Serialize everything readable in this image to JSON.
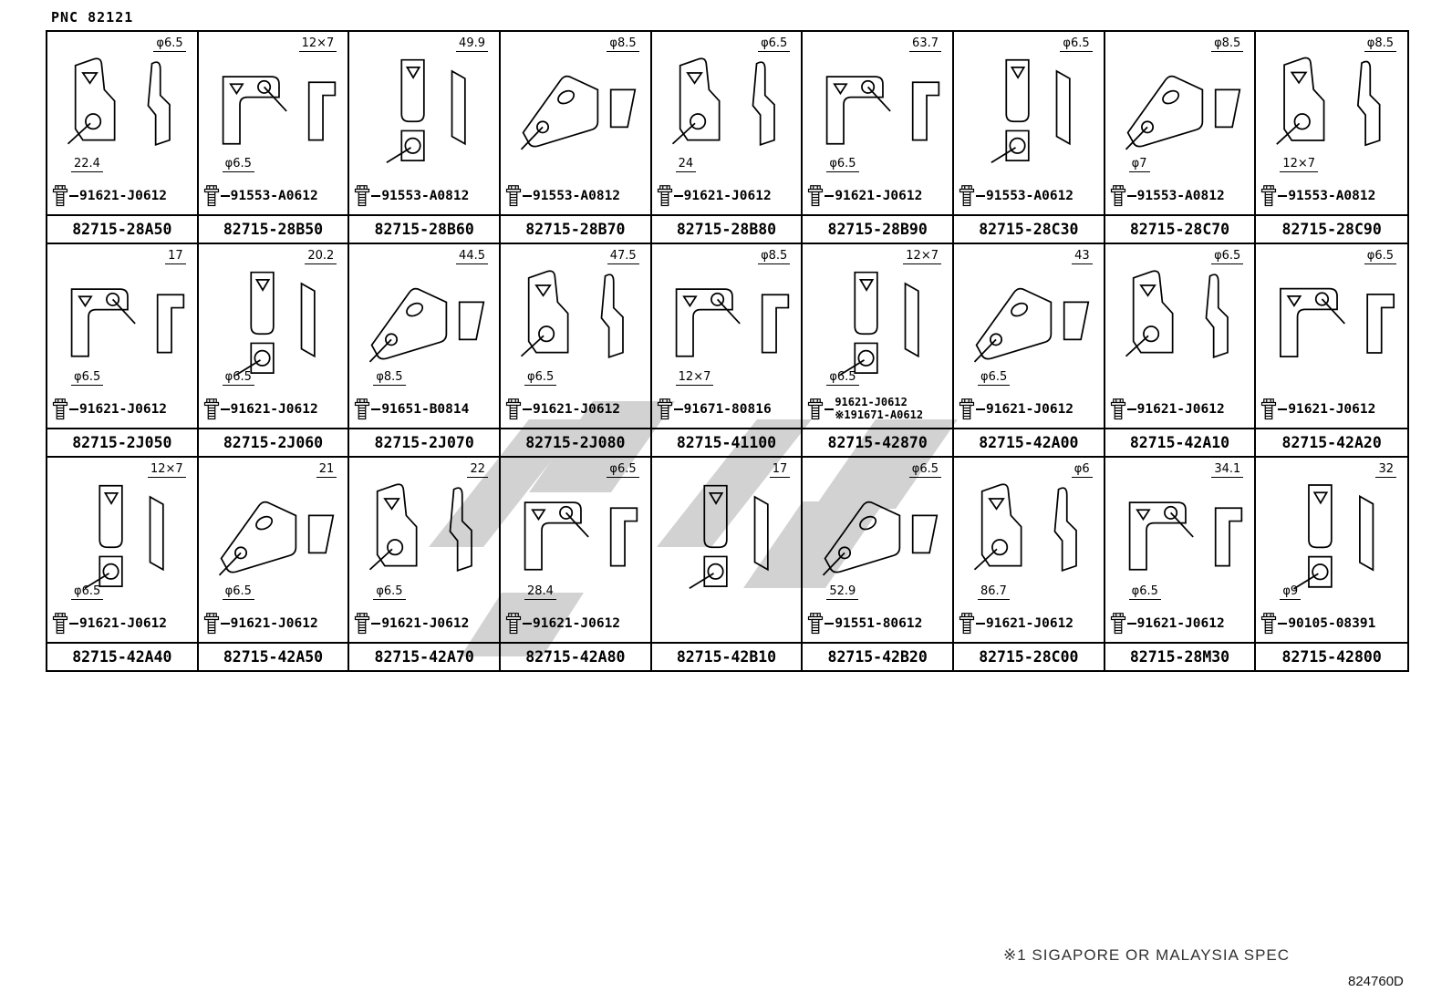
{
  "page": {
    "pnc_label": "PNC 82121",
    "footnote": "※1 SIGAPORE OR MALAYSIA SPEC",
    "doc_number": "824760D"
  },
  "icons": {
    "bolt": "flange-bolt-icon"
  },
  "colors": {
    "line": "#000000",
    "watermark": "#d2d2d2",
    "background": "#ffffff"
  },
  "grid": {
    "rows": 3,
    "cols": 9,
    "cells": [
      {
        "part_number": "82715-28A50",
        "bolts": [
          "91621-J0612"
        ],
        "dims": [
          "φ6.5",
          "22.4"
        ]
      },
      {
        "part_number": "82715-28B50",
        "bolts": [
          "91553-A0612"
        ],
        "dims": [
          "12×7",
          "φ6.5"
        ]
      },
      {
        "part_number": "82715-28B60",
        "bolts": [
          "91553-A0812"
        ],
        "dims": [
          "49.9"
        ]
      },
      {
        "part_number": "82715-28B70",
        "bolts": [
          "91553-A0812"
        ],
        "dims": [
          "φ8.5"
        ]
      },
      {
        "part_number": "82715-28B80",
        "bolts": [
          "91621-J0612"
        ],
        "dims": [
          "φ6.5",
          "24"
        ]
      },
      {
        "part_number": "82715-28B90",
        "bolts": [
          "91621-J0612"
        ],
        "dims": [
          "63.7",
          "φ6.5"
        ]
      },
      {
        "part_number": "82715-28C30",
        "bolts": [
          "91553-A0612"
        ],
        "dims": [
          "φ6.5"
        ]
      },
      {
        "part_number": "82715-28C70",
        "bolts": [
          "91553-A0812"
        ],
        "dims": [
          "φ8.5",
          "φ7"
        ]
      },
      {
        "part_number": "82715-28C90",
        "bolts": [
          "91553-A0812"
        ],
        "dims": [
          "φ8.5",
          "12×7"
        ]
      },
      {
        "part_number": "82715-2J050",
        "bolts": [
          "91621-J0612"
        ],
        "dims": [
          "17",
          "φ6.5"
        ]
      },
      {
        "part_number": "82715-2J060",
        "bolts": [
          "91621-J0612"
        ],
        "dims": [
          "20.2",
          "φ6.5"
        ]
      },
      {
        "part_number": "82715-2J070",
        "bolts": [
          "91651-B0814"
        ],
        "dims": [
          "44.5",
          "φ8.5"
        ]
      },
      {
        "part_number": "82715-2J080",
        "bolts": [
          "91621-J0612"
        ],
        "dims": [
          "47.5",
          "φ6.5"
        ]
      },
      {
        "part_number": "82715-41100",
        "bolts": [
          "91671-80816"
        ],
        "dims": [
          "φ8.5",
          "12×7"
        ]
      },
      {
        "part_number": "82715-42870",
        "bolts": [
          "91621-J0612",
          "※191671-A0612"
        ],
        "dims": [
          "12×7",
          "φ6.5"
        ]
      },
      {
        "part_number": "82715-42A00",
        "bolts": [
          "91621-J0612"
        ],
        "dims": [
          "43",
          "φ6.5"
        ]
      },
      {
        "part_number": "82715-42A10",
        "bolts": [
          "91621-J0612"
        ],
        "dims": [
          "φ6.5"
        ]
      },
      {
        "part_number": "82715-42A20",
        "bolts": [
          "91621-J0612"
        ],
        "dims": [
          "φ6.5"
        ]
      },
      {
        "part_number": "82715-42A40",
        "bolts": [
          "91621-J0612"
        ],
        "dims": [
          "12×7",
          "φ6.5"
        ]
      },
      {
        "part_number": "82715-42A50",
        "bolts": [
          "91621-J0612"
        ],
        "dims": [
          "21",
          "φ6.5"
        ]
      },
      {
        "part_number": "82715-42A70",
        "bolts": [
          "91621-J0612"
        ],
        "dims": [
          "22",
          "φ6.5"
        ]
      },
      {
        "part_number": "82715-42A80",
        "bolts": [
          "91621-J0612"
        ],
        "dims": [
          "φ6.5",
          "28.4"
        ]
      },
      {
        "part_number": "82715-42B10",
        "bolts": [],
        "dims": [
          "17"
        ]
      },
      {
        "part_number": "82715-42B20",
        "bolts": [
          "91551-80612"
        ],
        "dims": [
          "φ6.5",
          "52.9"
        ]
      },
      {
        "part_number": "82715-28C00",
        "bolts": [
          "91621-J0612"
        ],
        "dims": [
          "φ6",
          "86.7"
        ]
      },
      {
        "part_number": "82715-28M30",
        "bolts": [
          "91621-J0612"
        ],
        "dims": [
          "34.1",
          "φ6.5"
        ]
      },
      {
        "part_number": "82715-42800",
        "bolts": [
          "90105-08391"
        ],
        "dims": [
          "32",
          "φ9"
        ]
      }
    ]
  }
}
